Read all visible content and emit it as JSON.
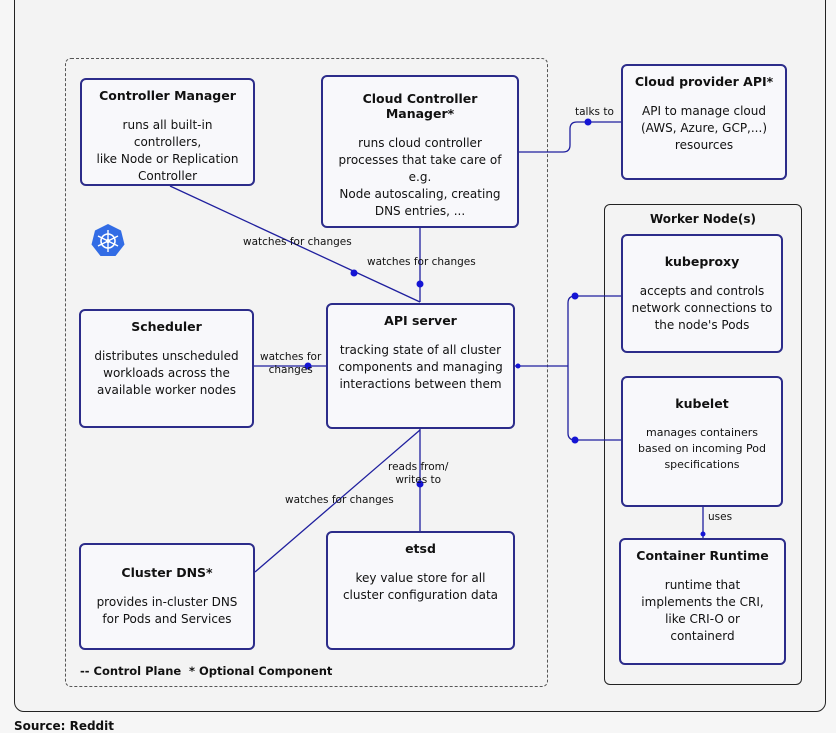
{
  "legend": {
    "control_plane": "-- Control Plane",
    "optional": "* Optional Component"
  },
  "worker_node": {
    "title": "Worker Node(s)"
  },
  "boxes": {
    "controller_manager": {
      "title": "Controller Manager",
      "desc": "runs all built-in controllers,\nlike Node or Replication\nController"
    },
    "cloud_controller_manager": {
      "title": "Cloud Controller Manager*",
      "desc": "runs cloud controller\nprocesses that take care of\ne.g.\nNode autoscaling, creating\nDNS entries, ..."
    },
    "cloud_provider_api": {
      "title": "Cloud provider API*",
      "desc": "API to manage cloud\n(AWS, Azure, GCP,...)\nresources"
    },
    "scheduler": {
      "title": "Scheduler",
      "desc": "distributes unscheduled\nworkloads across the\navailable worker nodes"
    },
    "api_server": {
      "title": "API server",
      "desc": "tracking state of all cluster\ncomponents and managing\ninteractions between them"
    },
    "cluster_dns": {
      "title": "Cluster DNS*",
      "desc": "provides in-cluster DNS\nfor Pods and Services"
    },
    "etsd": {
      "title": "etsd",
      "desc": "key value store for all\ncluster configuration data"
    },
    "kubeproxy": {
      "title": "kubeproxy",
      "desc": "accepts and controls\nnetwork connections to\nthe node's Pods"
    },
    "kubelet": {
      "title": "kubelet",
      "desc": "manages containers\nbased on incoming Pod\nspecifications"
    },
    "container_runtime": {
      "title": "Container Runtime",
      "desc": "runtime that\nimplements the CRI,\nlike CRI-O or\ncontainerd"
    }
  },
  "edges": {
    "cm_api": "watches for changes",
    "ccm_api": "watches for changes",
    "scheduler_api": "watches for\nchanges",
    "dns_api": "watches for changes",
    "api_etsd": "reads from/\nwrites to",
    "ccm_cloud": "talks to",
    "kubelet_cr": "uses"
  },
  "source": "Source: Reddit",
  "colors": {
    "border": "#2c2c8a",
    "line": "#1f1f9e",
    "dot": "#1414d4",
    "logo": "#326ce5"
  },
  "icons": {
    "logo": "kubernetes-helm-icon"
  }
}
